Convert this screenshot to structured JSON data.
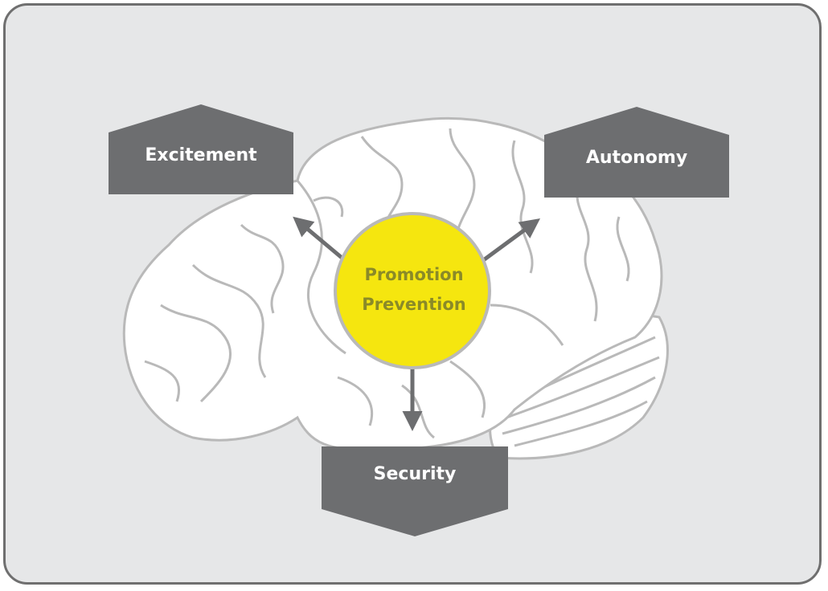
{
  "diagram": {
    "center": {
      "line1": "Promotion",
      "line2": "Prevention"
    },
    "nodes": {
      "excitement": "Excitement",
      "autonomy": "Autonomy",
      "security": "Security"
    }
  },
  "colors": {
    "background": "#e6e7e8",
    "frame_border": "#6f6f6f",
    "box_fill": "#6d6e70",
    "circle_fill": "#f5e60f",
    "brain_fill": "#ffffff",
    "brain_stroke": "#b9b9b9",
    "arrow": "#6d6e70"
  }
}
